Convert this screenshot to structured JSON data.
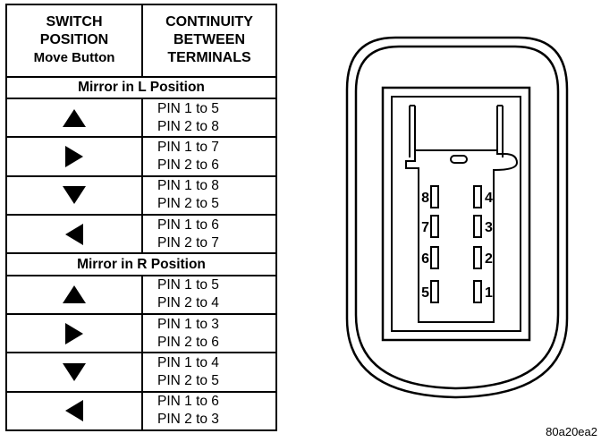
{
  "table": {
    "header": {
      "switch": [
        "SWITCH",
        "POSITION",
        "Move Button"
      ],
      "continuity": [
        "CONTINUITY",
        "BETWEEN",
        "TERMINALS"
      ]
    },
    "sections": [
      {
        "title": "Mirror in L Position",
        "rows": [
          {
            "direction": "up",
            "icon": "up-arrow-icon",
            "pins": [
              "PIN 1 to 5",
              "PIN 2 to 8"
            ]
          },
          {
            "direction": "right",
            "icon": "right-arrow-icon",
            "pins": [
              "PIN 1 to 7",
              "PIN 2 to 6"
            ]
          },
          {
            "direction": "down",
            "icon": "down-arrow-icon",
            "pins": [
              "PIN 1 to 8",
              "PIN 2 to 5"
            ]
          },
          {
            "direction": "left",
            "icon": "left-arrow-icon",
            "pins": [
              "PIN 1 to 6",
              "PIN 2 to 7"
            ]
          }
        ]
      },
      {
        "title": "Mirror in R Position",
        "rows": [
          {
            "direction": "up",
            "icon": "up-arrow-icon",
            "pins": [
              "PIN 1 to 5",
              "PIN 2 to 4"
            ]
          },
          {
            "direction": "right",
            "icon": "right-arrow-icon",
            "pins": [
              "PIN 1 to 3",
              "PIN 2 to 6"
            ]
          },
          {
            "direction": "down",
            "icon": "down-arrow-icon",
            "pins": [
              "PIN 1 to 4",
              "PIN 2 to 5"
            ]
          },
          {
            "direction": "left",
            "icon": "left-arrow-icon",
            "pins": [
              "PIN 1 to 6",
              "PIN 2 to 3"
            ]
          }
        ]
      }
    ]
  },
  "connector": {
    "left_pins": [
      "8",
      "7",
      "6",
      "5"
    ],
    "right_pins": [
      "4",
      "3",
      "2",
      "1"
    ]
  },
  "figure_code": "80a20ea2"
}
